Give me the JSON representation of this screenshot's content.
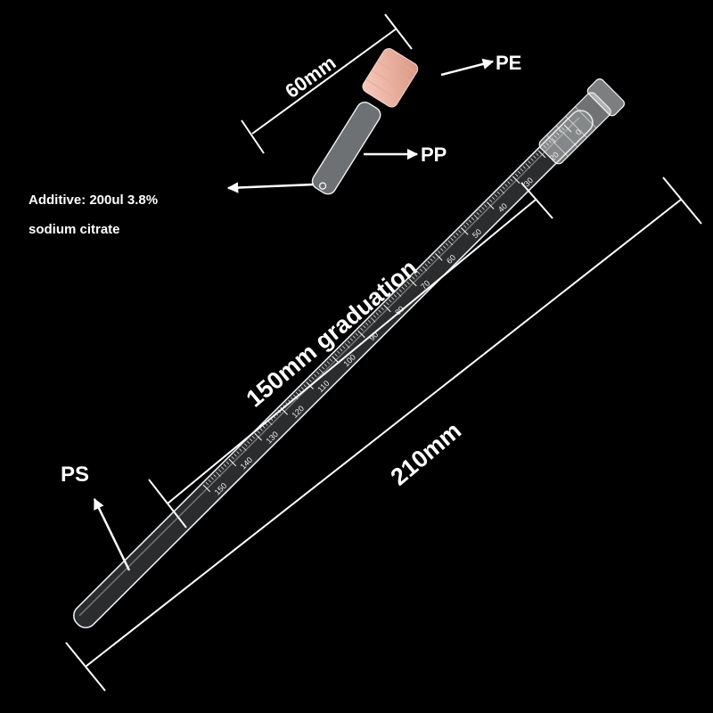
{
  "colors": {
    "background": "#000000",
    "annotation": "#ffffff",
    "cap_pe": "#f2b8a8",
    "tube_clear": "#d9dde0"
  },
  "labels": {
    "dim_cap": "60mm",
    "material_cap_top": "PE",
    "material_cap_body": "PP",
    "additive_line1": "Additive: 200ul 3.8%",
    "additive_line2": "sodium citrate",
    "dim_graduation": "150mm graduation",
    "dim_total": "210mm",
    "material_tube": "PS"
  },
  "graduation": {
    "tick_labels": [
      "0",
      "20",
      "30",
      "40",
      "50",
      "60",
      "70",
      "80",
      "90",
      "100",
      "110",
      "120",
      "130",
      "140",
      "150"
    ]
  }
}
